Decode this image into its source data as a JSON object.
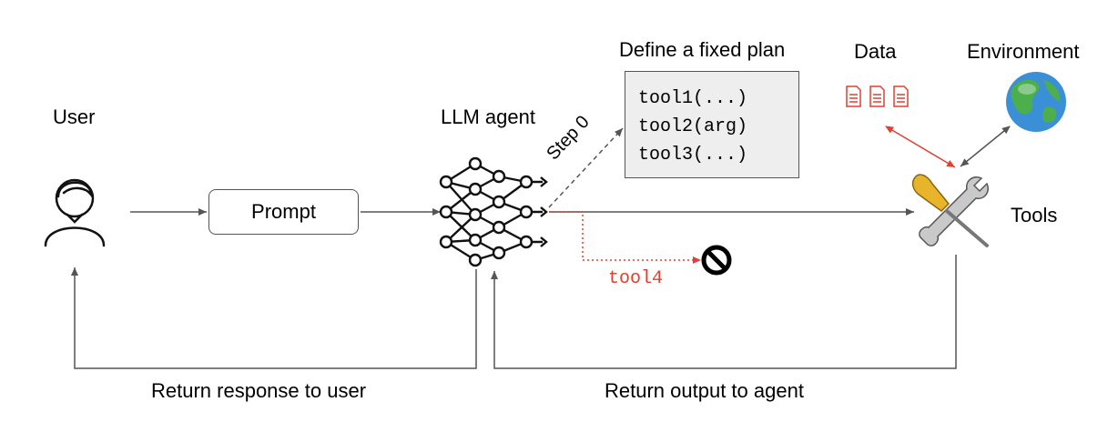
{
  "labels": {
    "user": "User",
    "llm_agent": "LLM agent",
    "define_plan": "Define a fixed plan",
    "data": "Data",
    "environment": "Environment",
    "tools": "Tools",
    "prompt": "Prompt",
    "step0": "Step 0",
    "tool4": "tool4",
    "return_user": "Return response to user",
    "return_agent": "Return output to agent"
  },
  "plan": [
    "tool1(...)",
    "tool2(arg)",
    "tool3(...)"
  ],
  "icons": {
    "user": "person-icon",
    "agent": "neural-network-icon",
    "data": "document-icon",
    "environment": "globe-icon",
    "tools": "wrench-screwdriver-icon",
    "blocked": "blocked-icon"
  },
  "colors": {
    "arrow": "#555555",
    "red": "#e0402f",
    "box_fill": "#eeeeee"
  }
}
